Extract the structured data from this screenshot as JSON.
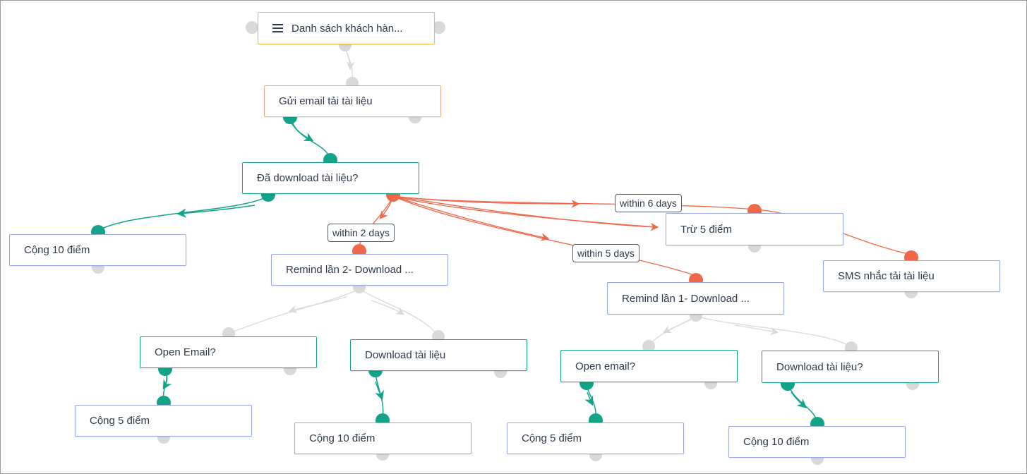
{
  "nodes": {
    "customer_list": "Danh sách khách hàn...",
    "send_email": "Gửi email tải tài liệu",
    "downloaded_q": "Đã download tài liệu?",
    "plus10_a": "Cộng 10 điểm",
    "minus5": "Trừ 5 điểm",
    "remind2": "Remind lần 2- Download ...",
    "sms_remind": "SMS nhắc tải tài liệu",
    "remind1": "Remind lần 1- Download ...",
    "open_email_q1": "Open Email?",
    "download_doc": "Download tài liệu",
    "open_email_q2": "Open email?",
    "download_q2": "Download tài liệu?",
    "plus5_a": "Cộng 5 điểm",
    "plus10_b": "Cộng 10 điểm",
    "plus5_b": "Cộng 5 điểm",
    "plus10_c": "Cộng 10 điểm"
  },
  "edge_labels": {
    "within_6_days": "within 6 days",
    "within_2_days": "within 2 days",
    "within_5_days": "within 5 days"
  },
  "colors": {
    "yes": "#12a389",
    "no": "#f0674a",
    "neutral": "#d9d9d9",
    "source_border": "#f5b942",
    "action_border": "#f3a58e",
    "node_border": "#9aa6e6"
  },
  "icons": {
    "source": "list-icon"
  }
}
